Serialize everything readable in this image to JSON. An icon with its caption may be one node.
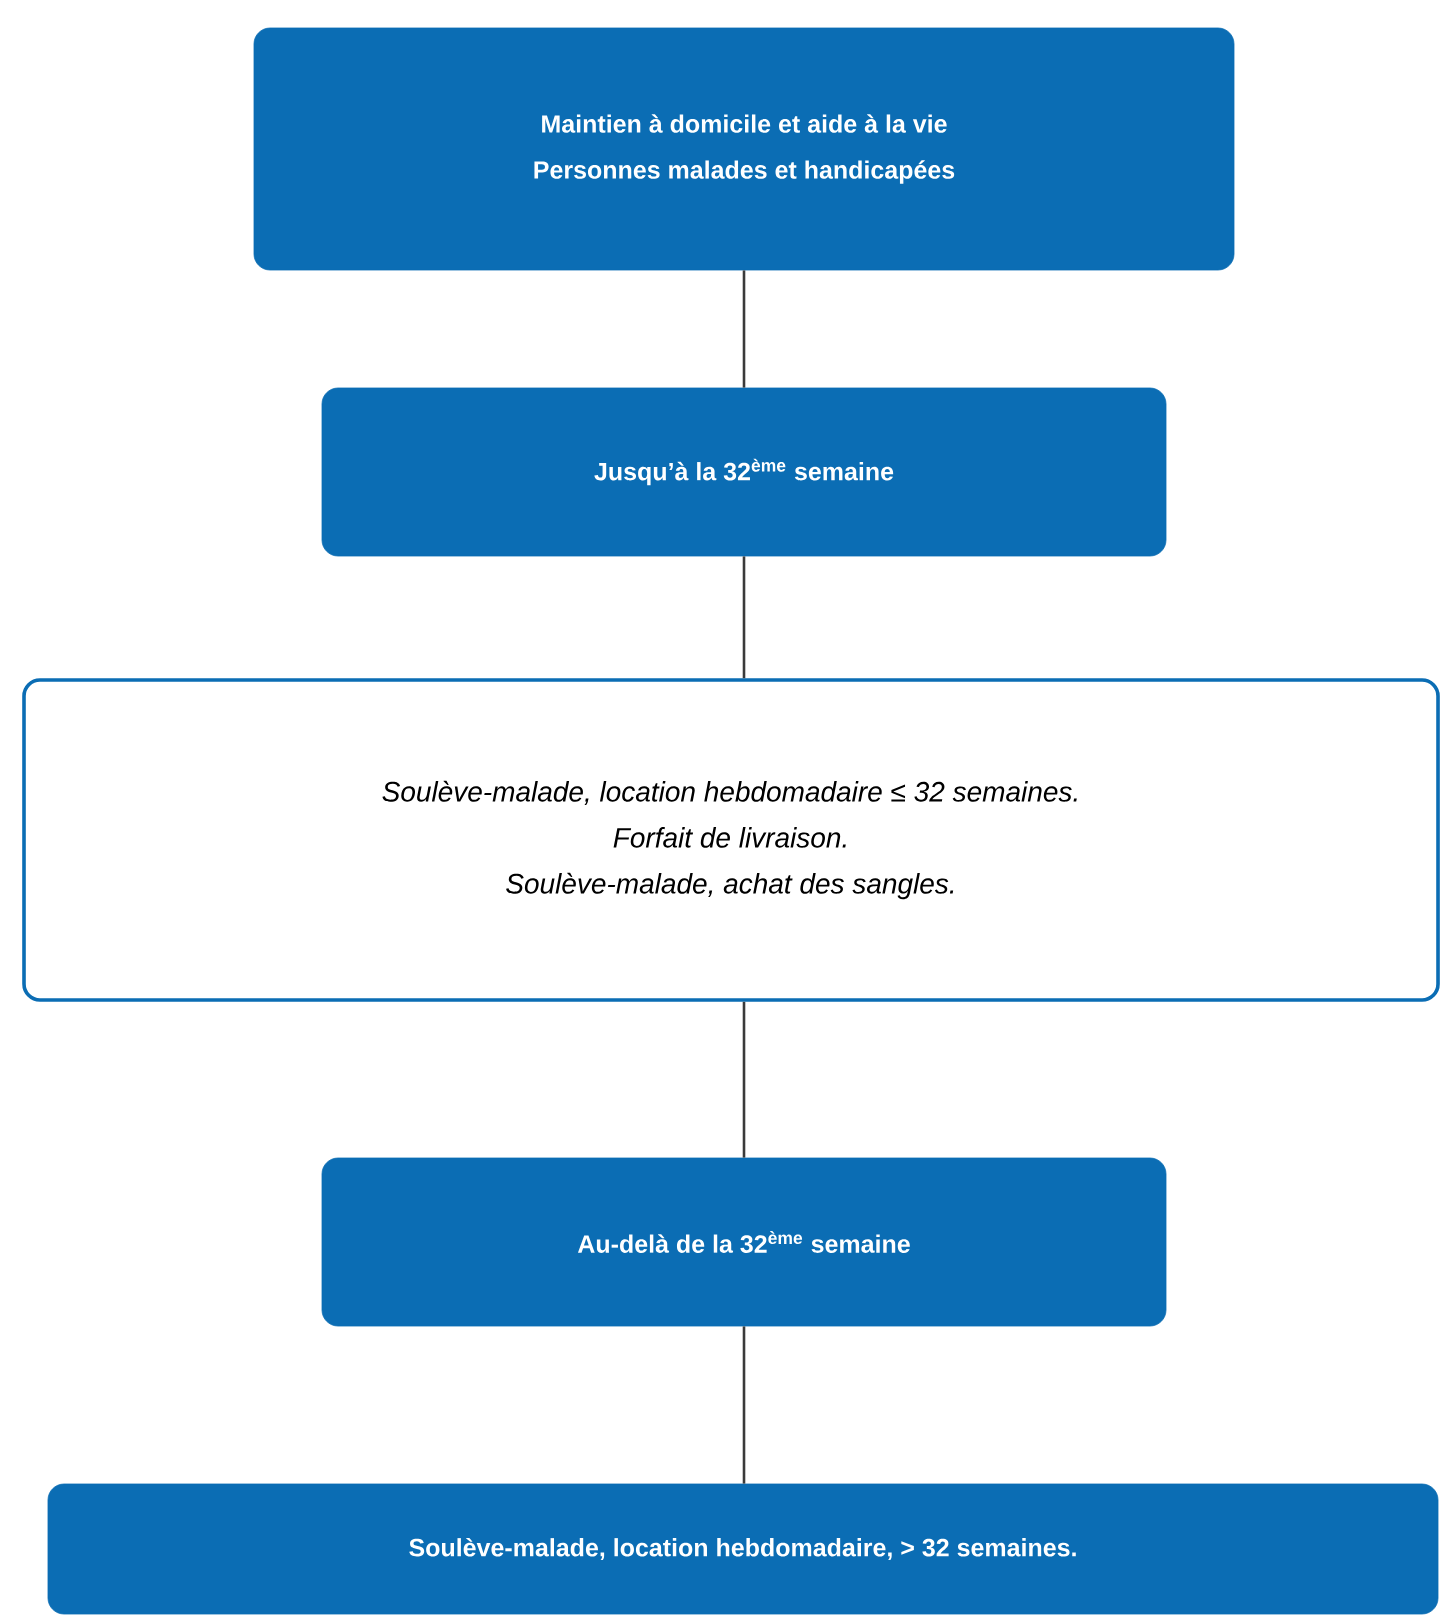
{
  "diagram": {
    "nodes": [
      {
        "text": [
          "Maintien à domicile et aide à la vie",
          "Personnes malades et handicapées"
        ]
      },
      {
        "text": [
          "Jusqu’à la 32$^{ème}$ semaine"
        ]
      },
      {
        "text": [
          "Soulève-malade, location hebdomadaire ≤  32 semaines.",
          "Forfait de livraison.",
          "Soulève-malade, achat des sangles."
        ]
      },
      {
        "text": [
          "Au-delà de la 32$^{ème}$ semaine"
        ]
      },
      {
        "text": [
          "Soulève-malade, location hebdomadaire, > 32 semaines."
        ]
      }
    ],
    "edges": [
      {
        "from": 0,
        "to": 1,
        "arrow": "none"
      },
      {
        "from": 1,
        "to": 2,
        "arrow": "none"
      },
      {
        "from": 2,
        "to": 3,
        "arrow": "none"
      },
      {
        "from": 3,
        "to": 4,
        "arrow": "none"
      }
    ]
  }
}
